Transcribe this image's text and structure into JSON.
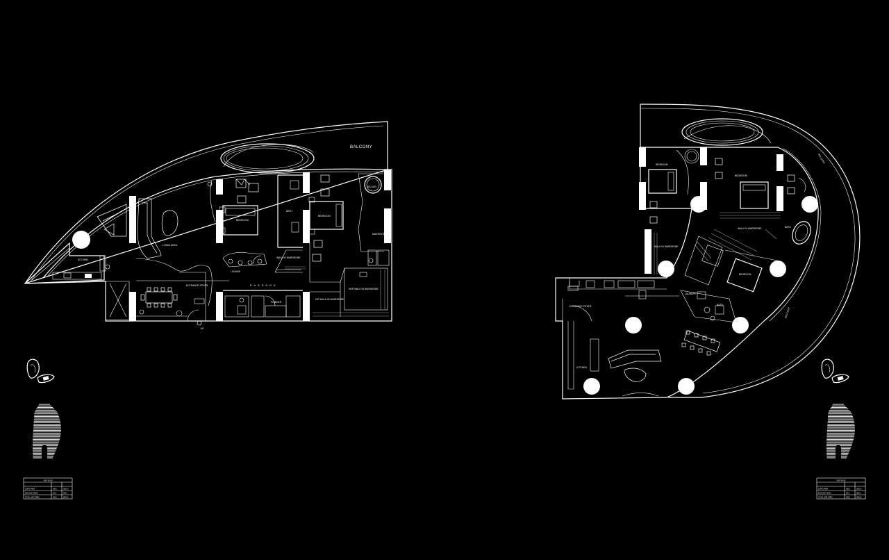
{
  "plan_left": {
    "balcony": "BALCONY",
    "kitchen": "KITCHEN",
    "living_area": "LIVING AREA",
    "entrance_foyer": "ENTRANCE FOYER",
    "passage": "PASSAGE",
    "bedroom_1": "BEDROOM",
    "bedroom_2": "BEDROOM",
    "bath": "BATH",
    "walk_in_wardrobe": "WALK IN WARDROBE",
    "his_walk_in": "HIS WALK IN WARDROBE",
    "her_walk_in": "HER WALK IN WARDROBE",
    "master_bath": "MASTER BATH",
    "jacuzzi": "JACUZZI",
    "lounge": "LOUNGE",
    "powder": "POWDER",
    "up_label": "UP",
    "table": {
      "title": "UNIT 00 /00",
      "rows": [
        {
          "label": "SUITE AREA",
          "v1": "000.0",
          "v2": "0000.0"
        },
        {
          "label": "BALCONY AREA",
          "v1": "00.0",
          "v2": "000.0"
        },
        {
          "label": "TOTAL UNIT AREA",
          "v1": "000.0",
          "v2": "0000.0"
        }
      ]
    }
  },
  "plan_right": {
    "balcony_top": "BALCONY",
    "balcony_side": "BALCONY",
    "bedroom_1": "BEDROOM",
    "bedroom_2": "BEDROOM",
    "bedroom_3": "BEDROOM",
    "walk_in_1": "WALK IN WARDROBE",
    "walk_in_2": "WALK IN WARDROBE",
    "bath_1": "BATH",
    "bath_2": "BATH",
    "laundry": "LAUNDRY",
    "entrance_foyer": "ENTRANCE FOYER",
    "kitchen": "KITCHEN",
    "table": {
      "title": "UNIT 00 /00",
      "rows": [
        {
          "label": "SUITE AREA",
          "v1": "000.0",
          "v2": "0000.0"
        },
        {
          "label": "BALCONY AREA",
          "v1": "00.0",
          "v2": "000.0"
        },
        {
          "label": "TOTAL UNIT AREA",
          "v1": "000.0",
          "v2": "0000.0"
        }
      ]
    }
  }
}
